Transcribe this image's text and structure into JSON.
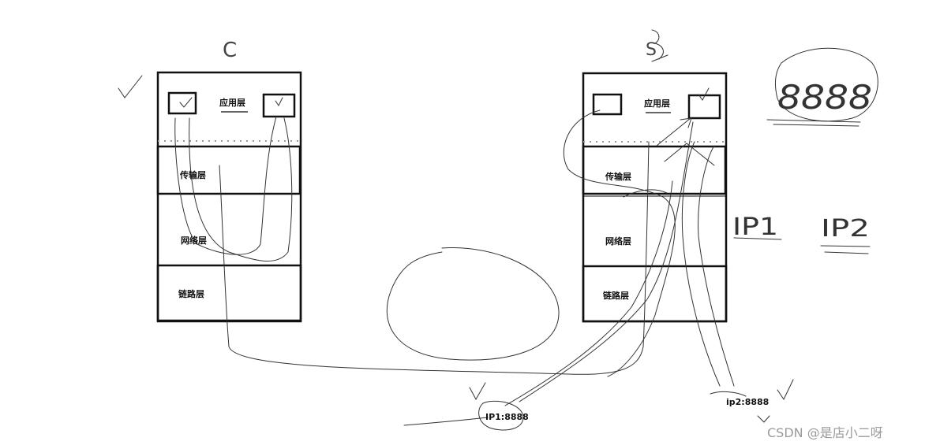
{
  "client": {
    "title": "C",
    "layers": {
      "application": "应用层",
      "transport": "传输层",
      "network": "网络层",
      "link": "链路层"
    }
  },
  "server": {
    "title": "S",
    "layers": {
      "application": "应用层",
      "transport": "传输层",
      "network": "网络层",
      "link": "链路层"
    }
  },
  "endpoints": {
    "ip1": "IP1:8888",
    "ip2": "ip2:8888"
  },
  "notes": {
    "port": "8888",
    "ip1_note": "IP1",
    "ip2_note": "IP2"
  },
  "watermark": "CSDN @是店小二呀",
  "colors": {
    "ink": "#222222",
    "box": "#111111",
    "watermark": "#9a9a9a"
  }
}
